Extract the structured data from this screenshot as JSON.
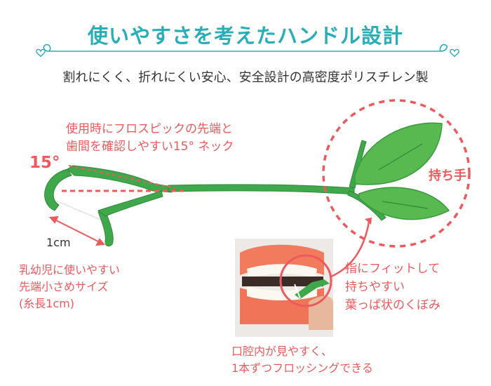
{
  "title": "使いやすさを考えたハンドル設計",
  "subtitle": "割れにくく、折れにくい安心、安全設計の高密度ポリスチレン製",
  "callouts": {
    "neck_line1": "使用時にフロスピックの先端と",
    "neck_line2": "歯間を確認しやすい15° ネック",
    "angle": "15°",
    "handle": "持ち手",
    "length": "1cm",
    "kids_line1": "乳幼児に使いやすい",
    "kids_line2": "先端小さめサイズ",
    "kids_line3": "(糸長1cm)",
    "finger_line1": "指にフィットして",
    "finger_line2": "持ちやすい",
    "finger_line3": "葉っぱ状のくぼみ",
    "mouth_line1": "口腔内が見やすく、",
    "mouth_line2": "1本ずつフロッシングできる"
  },
  "colors": {
    "title": "#29aeb8",
    "accent": "#ec5a5e",
    "product_green": "#3fa84a",
    "leaf_green": "#57b94f"
  },
  "icons": [
    "heart-icon",
    "heart-icon"
  ]
}
